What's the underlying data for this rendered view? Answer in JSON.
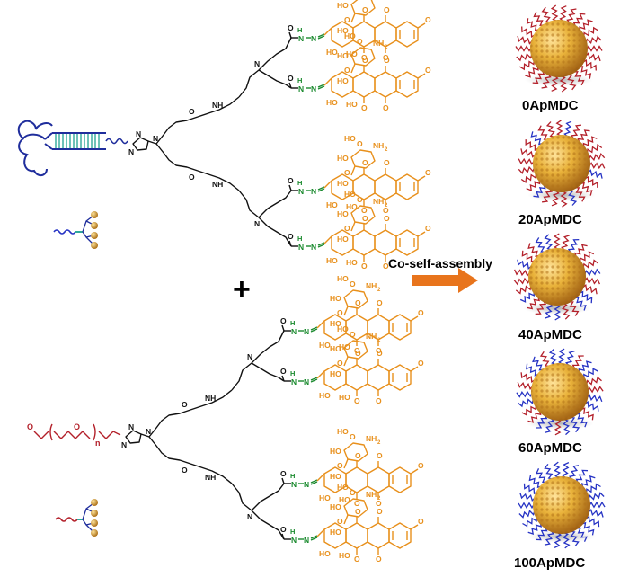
{
  "figure": {
    "nanoparticle_labels": [
      "0ApMDC",
      "20ApMDC",
      "40ApMDC",
      "60ApMDC",
      "100ApMDC"
    ],
    "arrow_label": "Co-self-assembly",
    "plus_symbol": "+",
    "polymer_units": {
      "peg_subscript": "n"
    },
    "colors": {
      "drug": "#E8901C",
      "hydrazone_bond": "#1A8A2E",
      "backbone": "#111111",
      "aptamer": "#1F2D9C",
      "aptamer_pairs": "#2FA89A",
      "aptamer_chain": "#2633C4",
      "peg": "#B3202A",
      "arrow": "#E8741C",
      "nanoparticle": "#D99A1F"
    },
    "particle_coverage": [
      0,
      20,
      40,
      60,
      100
    ]
  }
}
